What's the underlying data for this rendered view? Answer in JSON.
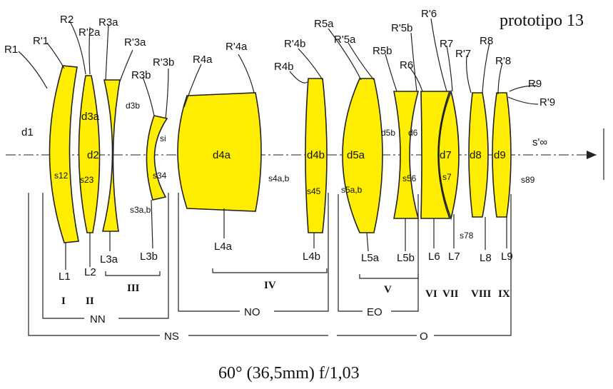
{
  "title": "prototipo 13",
  "caption": "60° (36,5mm) f/1,03",
  "colors": {
    "lens_fill": "#ffee00",
    "ink": "#222222"
  },
  "surface_labels": {
    "R1": "R1",
    "R1p": "R'1",
    "R2": "R2",
    "R2ap": "R'2a",
    "R3a": "R3a",
    "R3ap": "R'3a",
    "R3b": "R3b",
    "R3bp": "R'3b",
    "R4a": "R4a",
    "R4ap": "R'4a",
    "R4b": "R4b",
    "R4bp": "R'4b",
    "R5a": "R5a",
    "R5ap": "R'5a",
    "R5b": "R5b",
    "R5bp": "R'5b",
    "R6": "R6",
    "R6p": "R'6",
    "R7": "R7",
    "R7p": "R'7",
    "R8": "R8",
    "R8p": "R'8",
    "R9": "R9",
    "R9p": "R'9"
  },
  "thickness_labels": {
    "d1": "d1",
    "d2": "d2",
    "d3a": "d3a",
    "d3b": "d3b",
    "d4a": "d4a",
    "d4b": "d4b",
    "d5a": "d5a",
    "d5b": "d5b",
    "d6": "d6",
    "d7": "d7",
    "d8": "d8",
    "d9": "d9"
  },
  "spacing_labels": {
    "s12": "s12",
    "s23": "s23",
    "s3ab": "s3a,b",
    "si": "si",
    "s34": "s34",
    "s4ab": "s4a,b",
    "s45": "s45",
    "s5ab": "s5a,b",
    "s56": "s56",
    "s7": "s7",
    "s78": "s78",
    "s89": "s89",
    "sinf": "s'∞"
  },
  "element_labels": {
    "L1": "L1",
    "L2": "L2",
    "L3a": "L3a",
    "L3b": "L3b",
    "L4a": "L4a",
    "L4b": "L4b",
    "L5a": "L5a",
    "L5b": "L5b",
    "L6": "L6",
    "L7": "L7",
    "L8": "L8",
    "L9": "L9"
  },
  "group_labels": {
    "I": "I",
    "II": "II",
    "III": "III",
    "IV": "IV",
    "V": "V",
    "VI": "VI",
    "VII": "VII",
    "VIII": "VIII",
    "IX": "IX"
  },
  "bracket_labels": {
    "NN": "NN",
    "NO": "NO",
    "EO": "EO",
    "NS": "NS",
    "O": "O"
  }
}
